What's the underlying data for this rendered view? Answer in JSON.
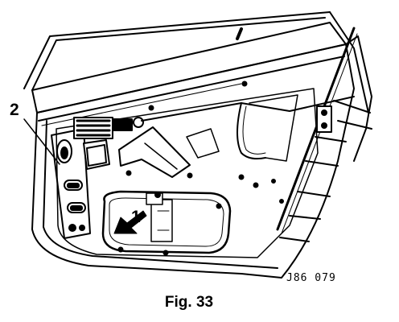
{
  "figure": {
    "callouts": [
      "2",
      "1"
    ],
    "reference_code": "J86 079",
    "caption": "Fig. 33"
  }
}
